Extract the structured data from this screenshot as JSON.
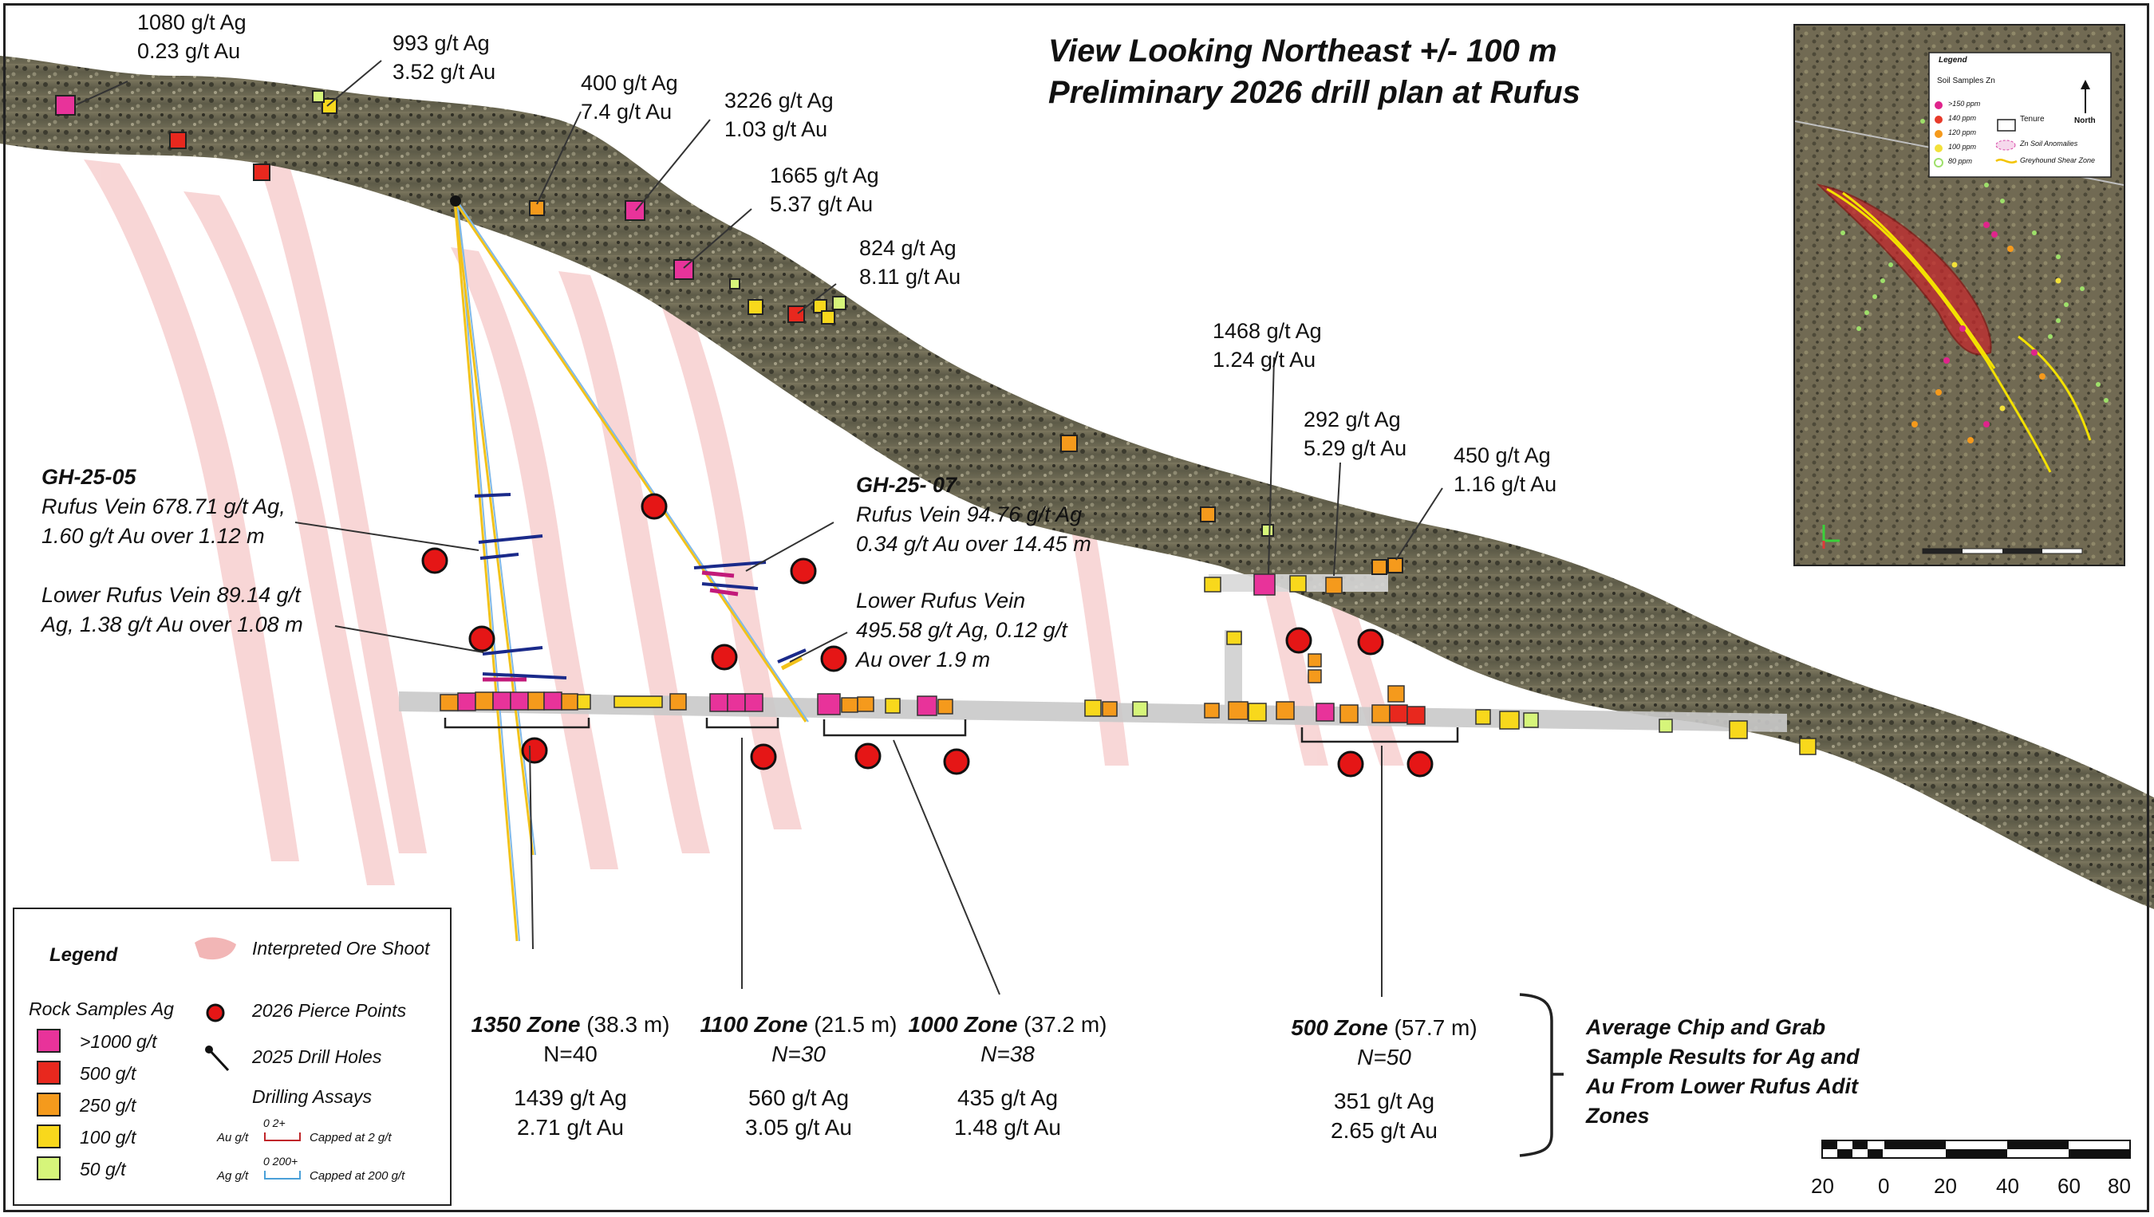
{
  "title": {
    "line1": "View Looking Northeast +/- 100 m",
    "line2": "Preliminary 2026 drill plan at Rufus"
  },
  "surface_samples": [
    {
      "ag": "1080 g/t Ag",
      "au": "0.23 g/t Au"
    },
    {
      "ag": "993 g/t Ag",
      "au": "3.52 g/t Au"
    },
    {
      "ag": "400 g/t Ag",
      "au": "7.4 g/t Au"
    },
    {
      "ag": "3226 g/t Ag",
      "au": "1.03 g/t Au"
    },
    {
      "ag": "1665 g/t Ag",
      "au": "5.37 g/t Au"
    },
    {
      "ag": "824 g/t Ag",
      "au": "8.11 g/t Au"
    },
    {
      "ag": "1468 g/t Ag",
      "au": "1.24 g/t Au"
    },
    {
      "ag": "292 g/t Ag",
      "au": "5.29 g/t Au"
    },
    {
      "ag": "450 g/t Ag",
      "au": "1.16 g/t Au"
    }
  ],
  "drill_holes": [
    {
      "name": "GH-25-05",
      "result": "Rufus Vein 678.71 g/t Ag,",
      "result2": "1.60 g/t Au over 1.12 m"
    },
    {
      "name": "GH-25- 07",
      "result": "Rufus Vein 94.76 g/t Ag",
      "result2": "0.34 g/t Au over 14.45 m"
    }
  ],
  "lower_vein_05": {
    "line1": "Lower Rufus Vein 89.14 g/t",
    "line2": "Ag, 1.38 g/t Au over 1.08 m"
  },
  "lower_vein_07": {
    "line1": "Lower Rufus Vein",
    "line2": "495.58 g/t Ag, 0.12 g/t",
    "line3": "Au over 1.9 m"
  },
  "zones": [
    {
      "name": "1350 Zone",
      "length": "(38.3 m)",
      "n": "N=40",
      "ag": "1439 g/t Ag",
      "au": "2.71 g/t Au"
    },
    {
      "name": "1100 Zone",
      "length": "(21.5 m)",
      "n": "N=30",
      "ag": "560 g/t Ag",
      "au": "3.05 g/t Au"
    },
    {
      "name": "1000 Zone",
      "length": "(37.2 m)",
      "n": "N=38",
      "ag": "435 g/t Ag",
      "au": "1.48 g/t Au"
    },
    {
      "name": "500 Zone",
      "length": "(57.7 m)",
      "n": "N=50",
      "ag": "351 g/t Ag",
      "au": "2.65 g/t Au"
    }
  ],
  "average_note": {
    "line1": "Average Chip and Grab",
    "line2": "Sample Results for Ag and",
    "line3": "Au From Lower Rufus Adit",
    "line4": "Zones"
  },
  "legend": {
    "title": "Legend",
    "ore_shoot": "Interpreted Ore Shoot",
    "rock_samples": "Rock Samples Ag",
    "pierce_points": "2026 Pierce Points",
    "drill_holes": "2025 Drill Holes",
    "drilling_assays": "Drilling Assays",
    "classes": [
      {
        "label": ">1000 g/t",
        "color": "#e8339a"
      },
      {
        "label": "500 g/t",
        "color": "#e8281e"
      },
      {
        "label": "250 g/t",
        "color": "#f59a1c"
      },
      {
        "label": "100 g/t",
        "color": "#f8d81c"
      },
      {
        "label": "50 g/t",
        "color": "#d6f57a"
      }
    ],
    "au_label": "Au g/t",
    "au_range": "0    2+",
    "au_cap": "Capped at 2 g/t",
    "ag_label": "Ag g/t",
    "ag_range": "0   200+",
    "ag_cap": "Capped at 200 g/t"
  },
  "inset": {
    "legend_title": "Legend",
    "soil_title": "Soil Samples Zn",
    "soil_classes": [
      {
        "label": ">150 ppm",
        "color": "#e0248c"
      },
      {
        "label": "140 ppm",
        "color": "#e83a2a"
      },
      {
        "label": "120 ppm",
        "color": "#f59a1c"
      },
      {
        "label": "100 ppm",
        "color": "#f3e13a"
      },
      {
        "label": "80 ppm",
        "color": "#9ee06a"
      }
    ],
    "tenure": "Tenure",
    "zn_anomalies": "Zn Soil Anomalies",
    "shear_zone": "Greyhound Shear Zone",
    "north": "North"
  },
  "scale_bar": {
    "ticks": [
      "20",
      "0",
      "20",
      "40",
      "60",
      "80"
    ]
  }
}
